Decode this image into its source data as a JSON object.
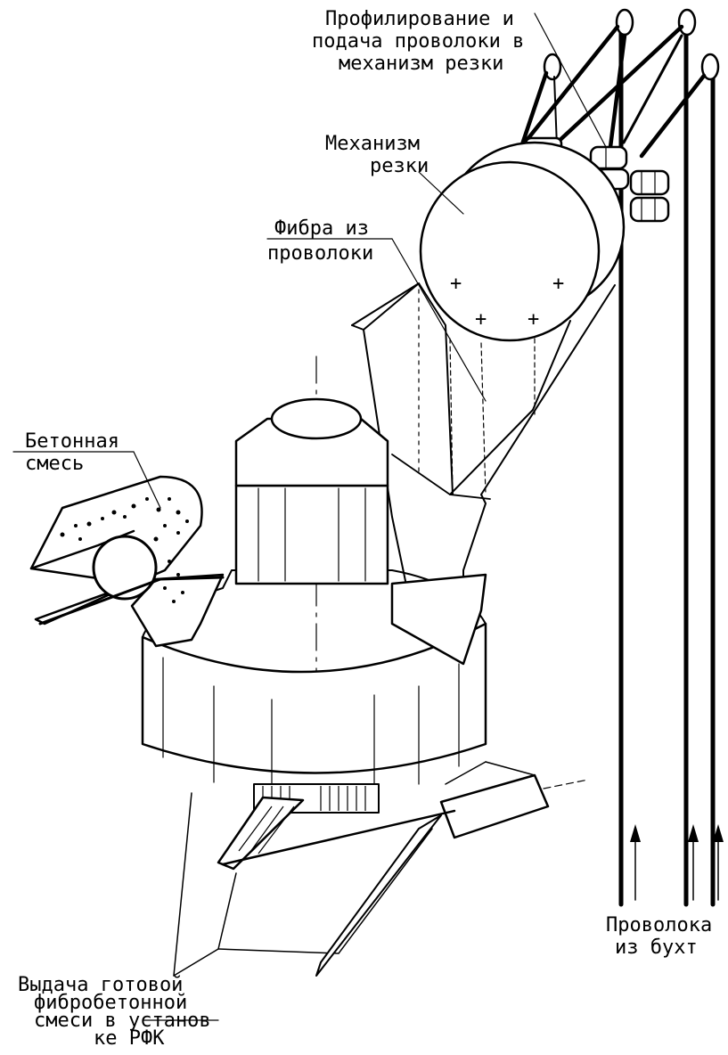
{
  "labels": {
    "profiling": [
      "Профилирование и",
      "подача проволоки в",
      "механизм резки"
    ],
    "cutting": [
      "Механизм",
      "резки"
    ],
    "fiber": [
      "Фибра из",
      "проволоки"
    ],
    "concrete": [
      "Бетонная",
      "смесь"
    ],
    "wire": [
      "Проволока",
      "из бухт"
    ],
    "output": [
      "Выдача готовой",
      "фибробетонной",
      "смеси в установ",
      "ке РФК"
    ]
  }
}
